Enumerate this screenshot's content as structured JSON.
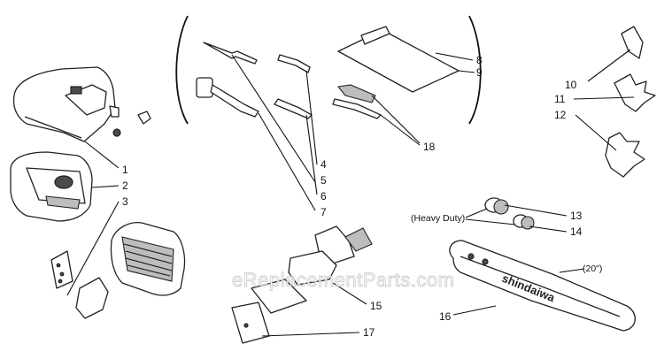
{
  "watermark": "eReplacementParts.com",
  "callouts": {
    "c1": "1",
    "c2": "2",
    "c3": "3",
    "c4": "4",
    "c5": "5",
    "c6": "6",
    "c7": "7",
    "c8": "8",
    "c9": "9",
    "c10": "10",
    "c11": "11",
    "c12": "12",
    "c13": "13",
    "c14": "14",
    "c15": "15",
    "c16": "16",
    "c17": "17",
    "c18": "18"
  },
  "notes": {
    "heavy_duty": "(Heavy Duty)",
    "bar_length": "(20\")"
  },
  "bar_brand": "shindaiwa"
}
